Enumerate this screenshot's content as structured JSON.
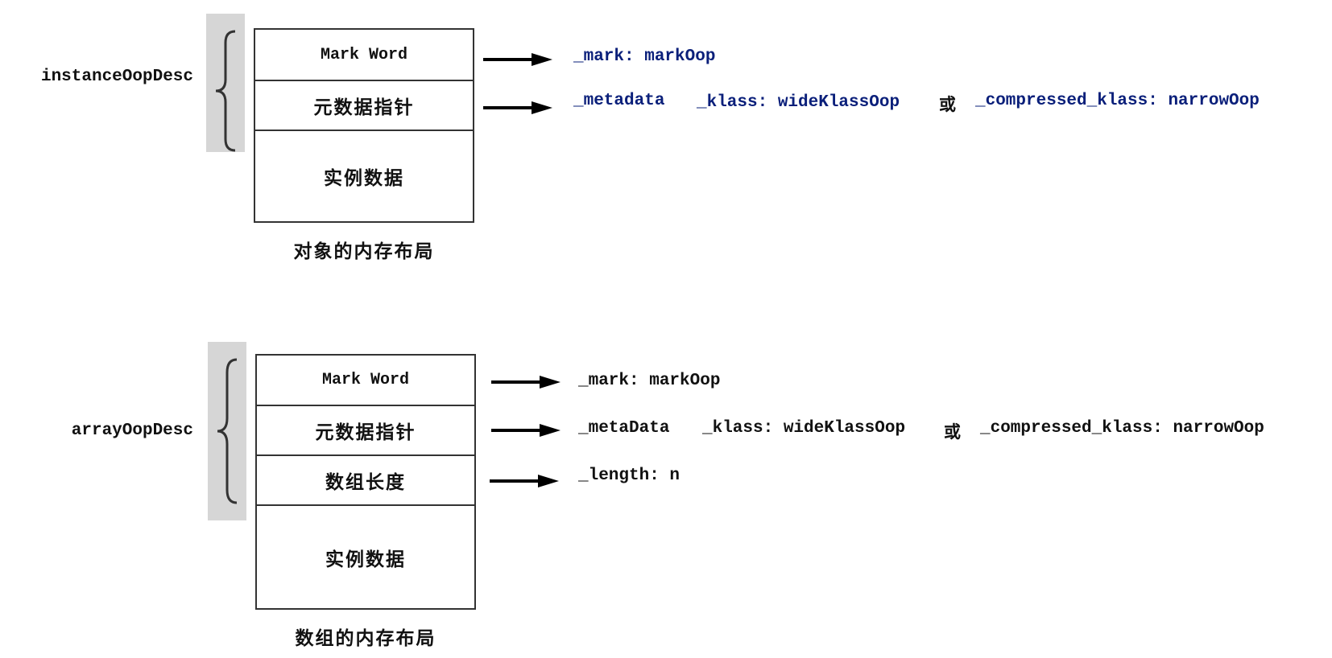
{
  "instance": {
    "label": "instanceOopDesc",
    "cells": [
      "Mark Word",
      "元数据指针",
      "实例数据"
    ],
    "caption": "对象的内存布局",
    "mark": "_mark: markOop",
    "meta_a": "_metadata",
    "meta_b": "_klass: wideKlassOop",
    "or": "或",
    "meta_c": "_compressed_klass: narrowOop"
  },
  "array": {
    "label": "arrayOopDesc",
    "cells": [
      "Mark Word",
      "元数据指针",
      "数组长度",
      "实例数据"
    ],
    "caption": "数组的内存布局",
    "mark": "_mark: markOop",
    "meta_a": "_metaData",
    "meta_b": "_klass: wideKlassOop",
    "or": "或",
    "meta_c": "_compressed_klass: narrowOop",
    "length": "_length: n"
  },
  "colors": {
    "instance_fields": "#0a1f7a",
    "array_fields": "#111111",
    "brace_bg": "#d6d6d6",
    "box_border": "#333333"
  }
}
